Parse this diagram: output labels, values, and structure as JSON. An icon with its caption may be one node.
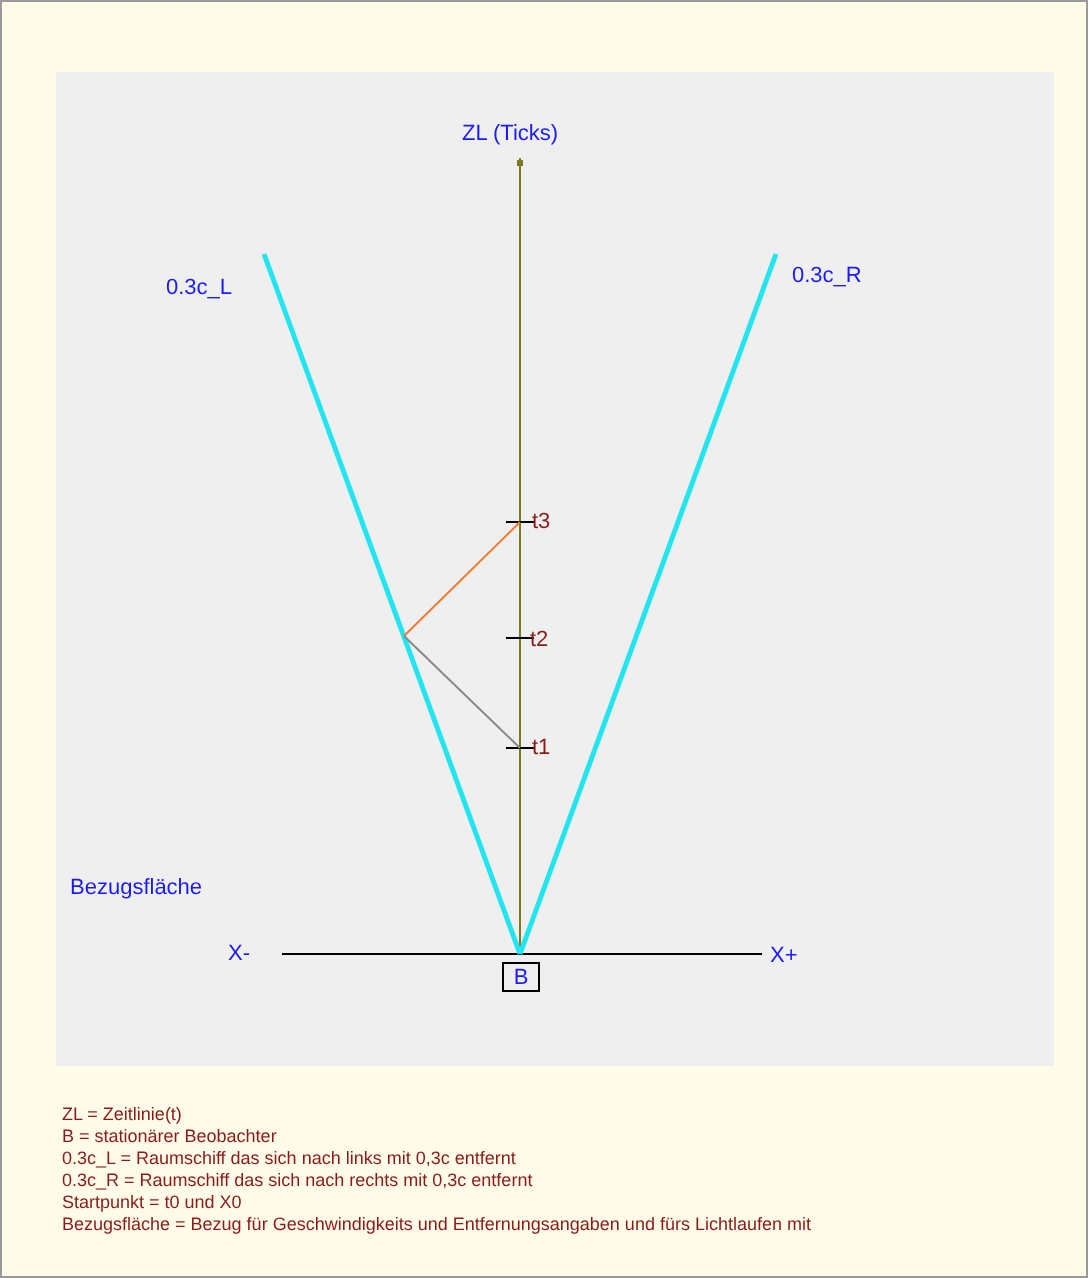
{
  "diagram": {
    "nodes": [
      {
        "text": [
          "B"
        ]
      }
    ],
    "labels": [
      "ZL (Ticks)",
      "0.3c_L",
      "0.3c_R",
      "t3",
      "t2",
      "t1",
      "Bezugsfläche",
      "X-",
      "X+",
      "ZL = Zeitlinie(t)",
      "B  = stationärer Beobachter",
      "0.3c_L  = Raumschiff das sich nach links mit 0,3c entfernt",
      "0.3c_R  = Raumschiff das sich nach rechts mit 0,3c entfernt",
      "Startpunkt = t0 und X0",
      "Bezugsfläche = Bezug für Geschwindigkeits und Entfernungsangaben und fürs Lichtlaufen mit"
    ]
  }
}
